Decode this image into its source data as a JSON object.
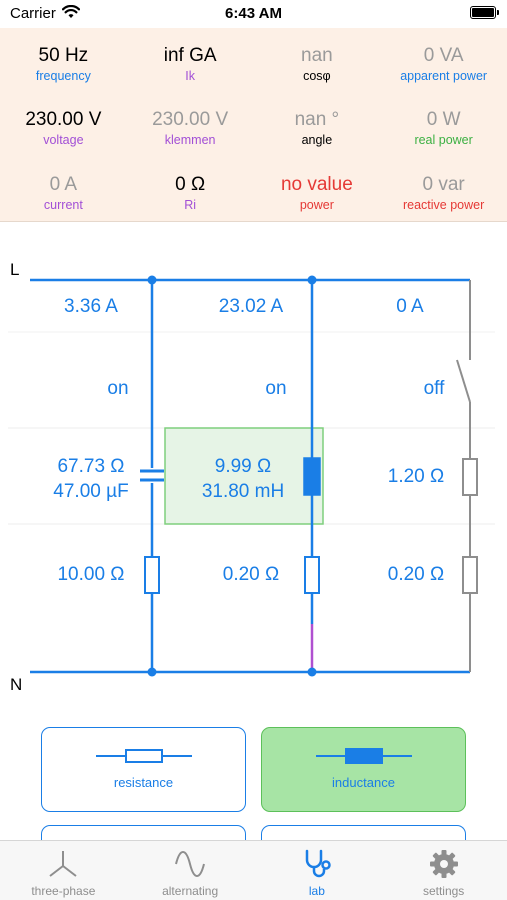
{
  "status_bar": {
    "carrier": "Carrier",
    "time": "6:43 AM",
    "battery_level": 1.0
  },
  "readouts": [
    {
      "value": "50 Hz",
      "label": "frequency",
      "value_color": "#000000",
      "label_color": "#1a7ee6"
    },
    {
      "value": "inf GA",
      "label": "Ik",
      "value_color": "#000000",
      "label_color": "#a24fd6"
    },
    {
      "value": "nan",
      "label": "cosφ",
      "value_color": "#9a9a9a",
      "label_color": "#000000"
    },
    {
      "value": "0 VA",
      "label": "apparent power",
      "value_color": "#9a9a9a",
      "label_color": "#1a7ee6"
    },
    {
      "value": "230.00 V",
      "label": "voltage",
      "value_color": "#000000",
      "label_color": "#a24fd6"
    },
    {
      "value": "230.00 V",
      "label": "klemmen",
      "value_color": "#9a9a9a",
      "label_color": "#a24fd6"
    },
    {
      "value": "nan °",
      "label": "angle",
      "value_color": "#9a9a9a",
      "label_color": "#000000"
    },
    {
      "value": "0 W",
      "label": "real power",
      "value_color": "#9a9a9a",
      "label_color": "#3cb043"
    },
    {
      "value": "0 A",
      "label": "current",
      "value_color": "#9a9a9a",
      "label_color": "#a24fd6"
    },
    {
      "value": "0 Ω",
      "label": "Ri",
      "value_color": "#000000",
      "label_color": "#a24fd6"
    },
    {
      "value": "no value",
      "label": "power",
      "value_color": "#e53935",
      "label_color": "#e53935"
    },
    {
      "value": "0 var",
      "label": "reactive power",
      "value_color": "#9a9a9a",
      "label_color": "#e53935"
    }
  ],
  "circuit": {
    "rail_top": "L",
    "rail_bottom": "N",
    "branches": [
      {
        "current": "3.36 A",
        "state": "on",
        "reactance": "67.73 Ω",
        "component_value": "47.00 µF",
        "resistance": "10.00 Ω"
      },
      {
        "current": "23.02 A",
        "state": "on",
        "reactance": "9.99 Ω",
        "component_value": "31.80 mH",
        "resistance": "0.20 Ω"
      },
      {
        "current": "0 A",
        "state": "off",
        "reactance": "1.20 Ω",
        "resistance": "0.20 Ω"
      }
    ]
  },
  "components": {
    "resistance": "resistance",
    "inductance": "inductance"
  },
  "tabs": [
    {
      "label": "three-phase",
      "icon": "three-phase-icon"
    },
    {
      "label": "alternating",
      "icon": "sine-wave-icon"
    },
    {
      "label": "lab",
      "icon": "stethoscope-icon",
      "active": true
    },
    {
      "label": "settings",
      "icon": "gear-icon"
    }
  ],
  "colors": {
    "accent": "#1a7ee6",
    "panel_bg": "#fdf0e6",
    "selected_bg": "#a7e4a5",
    "off_wire": "#8e8e8e"
  }
}
